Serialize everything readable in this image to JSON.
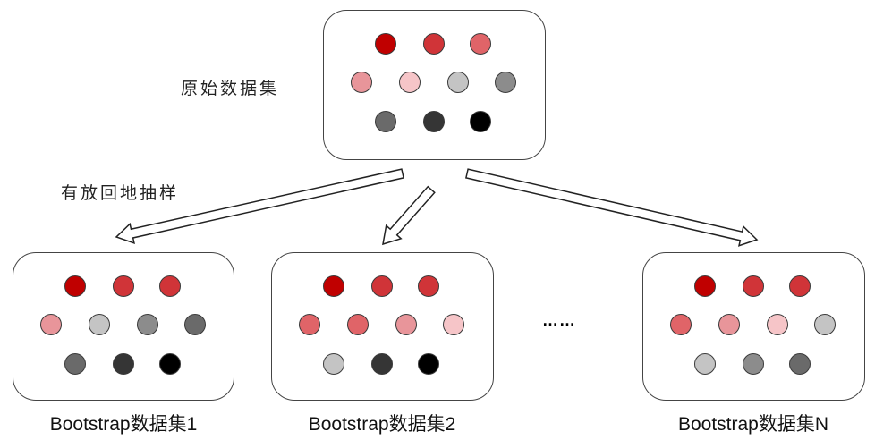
{
  "original": {
    "label": "原始数据集",
    "colors": [
      [
        "#c00000",
        "#d03438",
        "#e06468"
      ],
      [
        "#e8959a",
        "#f6c5c8",
        "#c4c4c4",
        "#8c8c8c"
      ],
      [
        "#6a6a6a",
        "#353535",
        "#000000"
      ]
    ]
  },
  "sampling_label": "有放回地抽样",
  "ellipsis": "……",
  "datasets": [
    {
      "label": "Bootstrap数据集1",
      "colors": [
        [
          "#c00000",
          "#d03438",
          "#d03438"
        ],
        [
          "#e8959a",
          "#c4c4c4",
          "#8c8c8c",
          "#6a6a6a"
        ],
        [
          "#6a6a6a",
          "#353535",
          "#000000"
        ]
      ]
    },
    {
      "label": "Bootstrap数据集2",
      "colors": [
        [
          "#c00000",
          "#d03438",
          "#d03438"
        ],
        [
          "#e06468",
          "#e06468",
          "#e8959a",
          "#f6c5c8"
        ],
        [
          "#c4c4c4",
          "#353535",
          "#000000"
        ]
      ]
    },
    {
      "label": "Bootstrap数据集N",
      "colors": [
        [
          "#c00000",
          "#d03438",
          "#d03438"
        ],
        [
          "#e06468",
          "#e8959a",
          "#f6c5c8",
          "#c4c4c4"
        ],
        [
          "#c4c4c4",
          "#8c8c8c",
          "#6a6a6a"
        ]
      ]
    }
  ]
}
